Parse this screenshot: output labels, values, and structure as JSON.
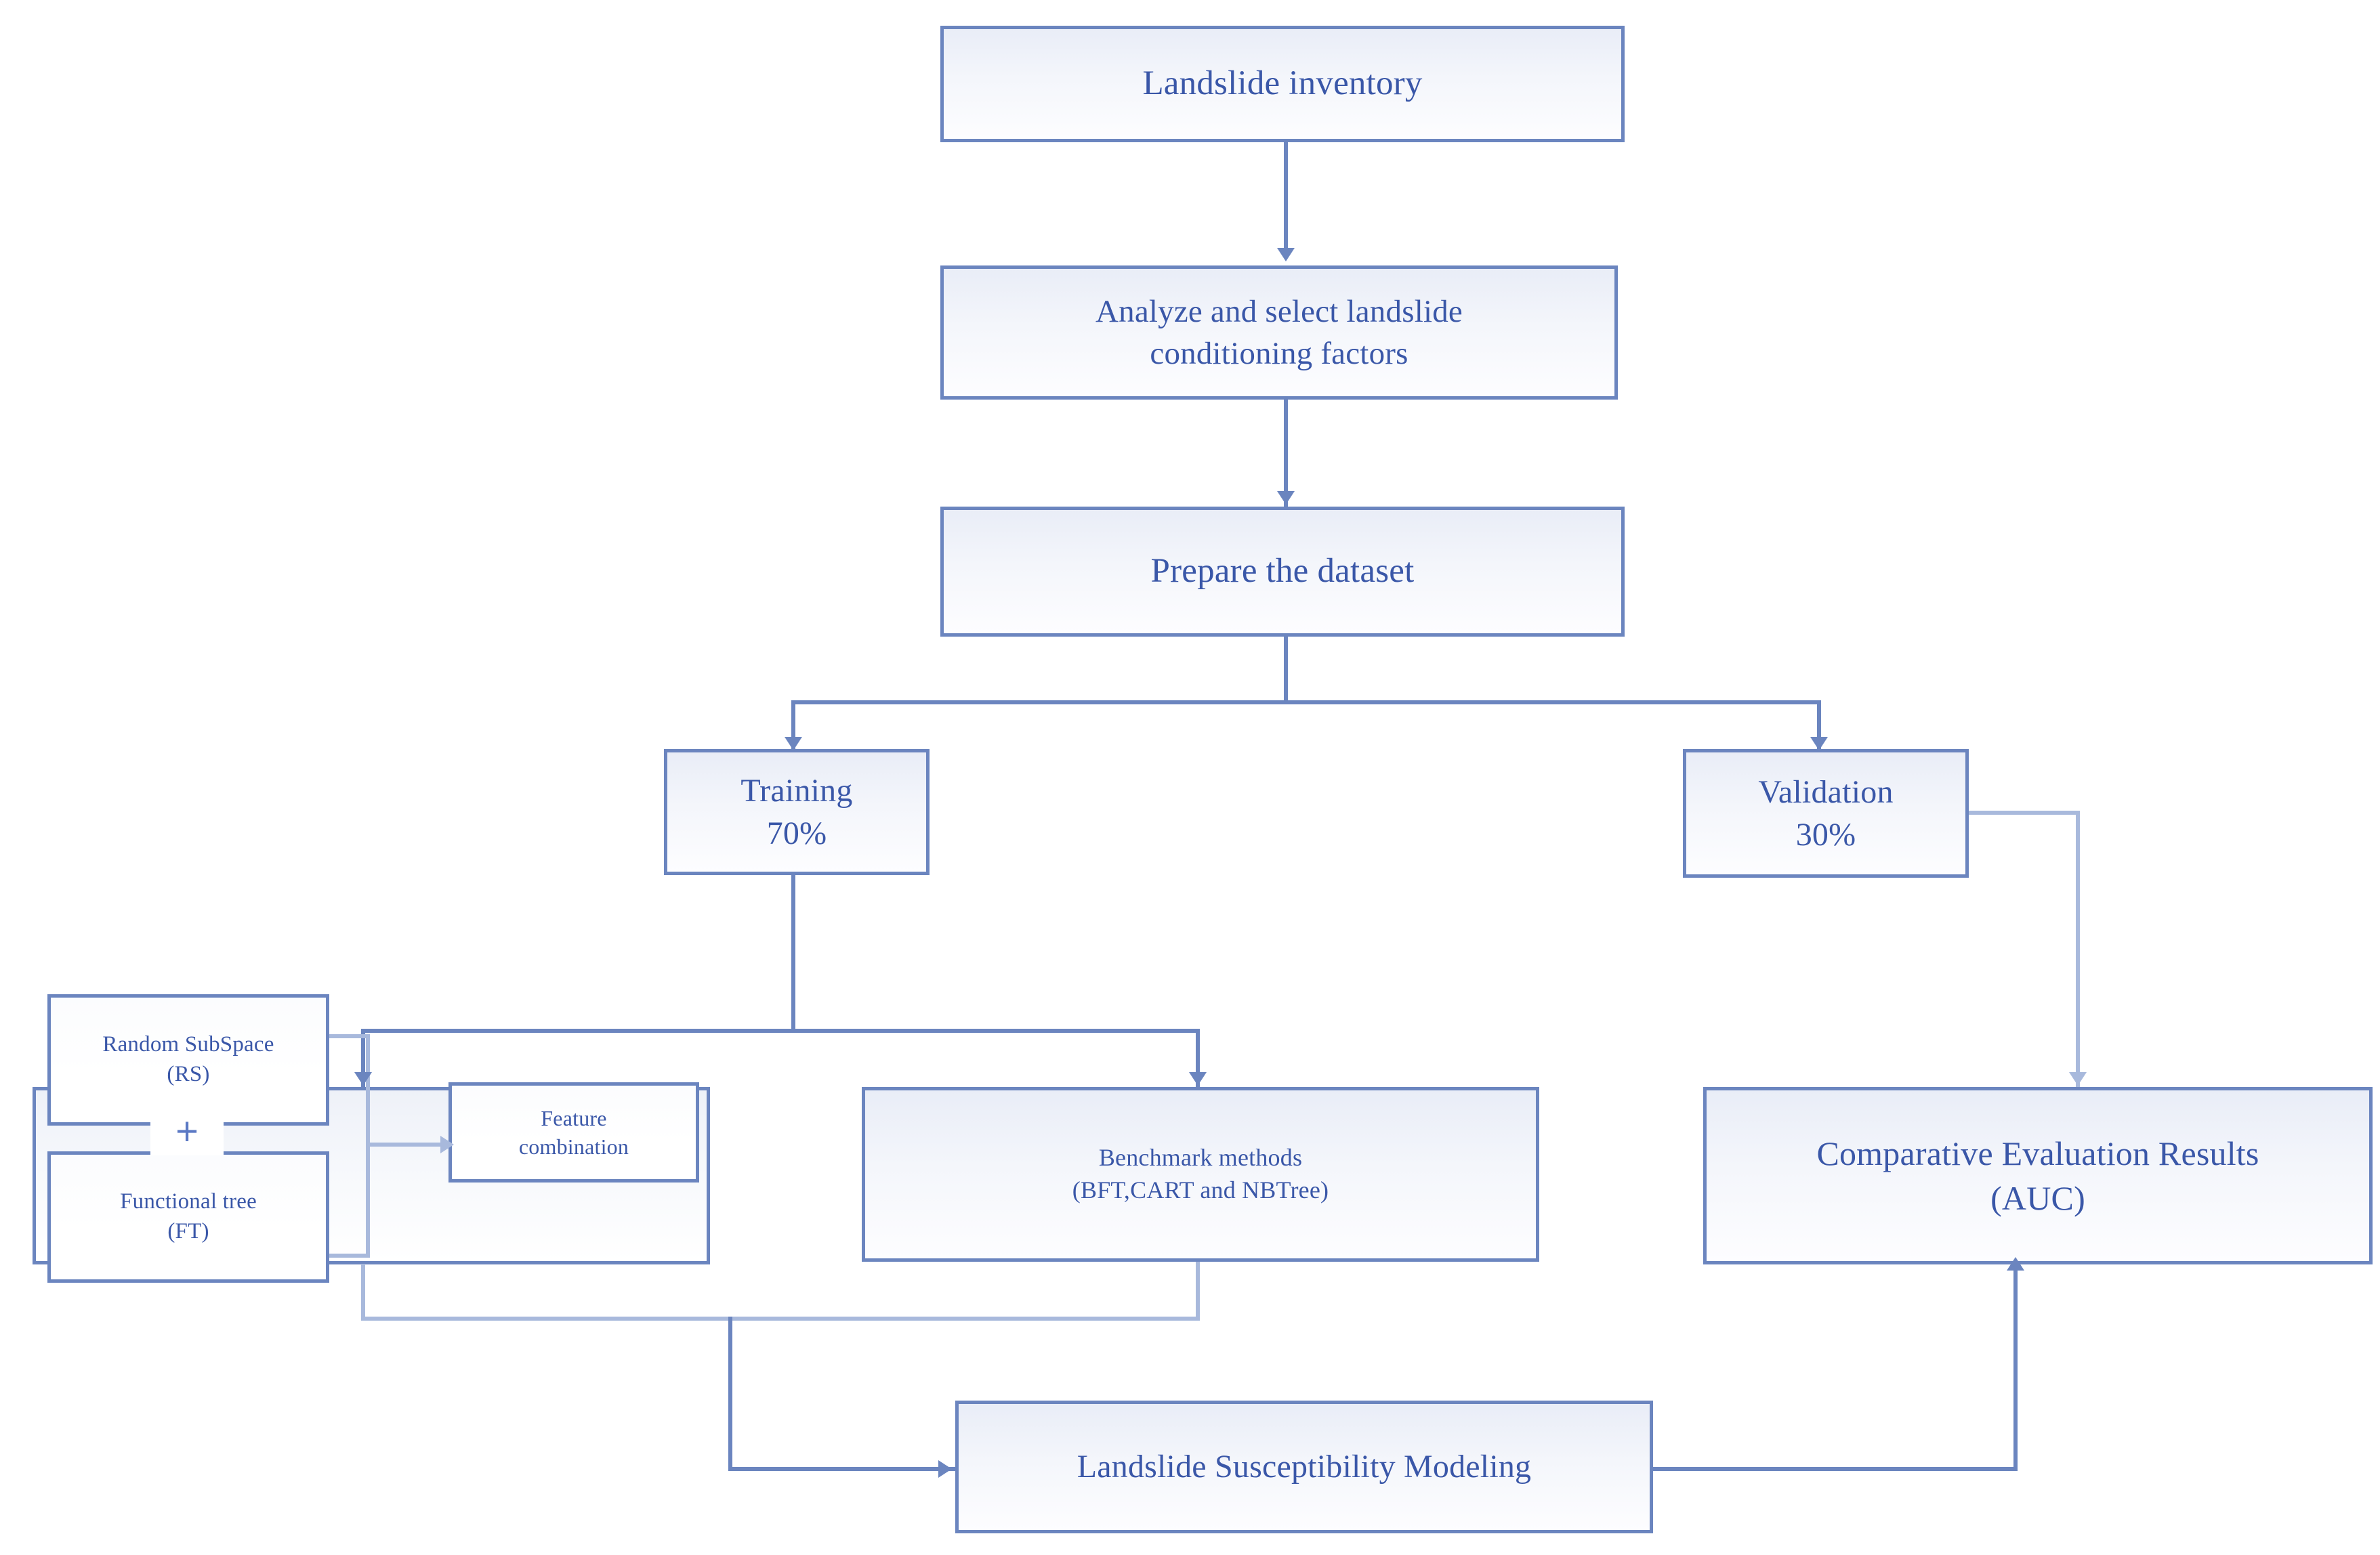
{
  "diagram": {
    "title": "Landslide susceptibility modeling methodology flowchart",
    "accent_color": "#6b85bf",
    "text_color": "#3a57a8",
    "pale_connector_color": "#a8b9dc",
    "background_color": "#ffffff"
  },
  "nodes": {
    "inventory": {
      "label": "Landslide inventory"
    },
    "factors": {
      "line1": "Analyze and select landslide",
      "line2": "conditioning factors"
    },
    "dataset": {
      "label": "Prepare the dataset"
    },
    "training": {
      "line1": "Training",
      "line2": "70%"
    },
    "validation": {
      "line1": "Validation",
      "line2": "30%"
    },
    "random_subspace": {
      "line1": "Random SubSpace",
      "line2": "(RS)"
    },
    "plus": {
      "symbol": "+"
    },
    "functional_tree": {
      "line1": "Functional tree",
      "line2": "(FT)"
    },
    "feature_combination": {
      "line1": "Feature",
      "line2": "combination"
    },
    "benchmark": {
      "line1": "Benchmark methods",
      "line2": "(BFT,CART and NBTree)"
    },
    "comparative": {
      "line1": "Comparative Evaluation Results",
      "line2": "(AUC)"
    },
    "modeling": {
      "label": "Landslide Susceptibility Modeling"
    }
  }
}
